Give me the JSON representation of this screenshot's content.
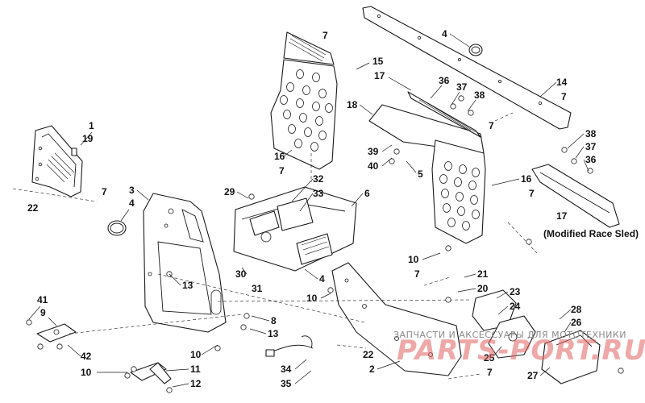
{
  "callouts": {
    "c1": "1",
    "c19": "19",
    "c22a": "22",
    "c7a": "7",
    "c3": "3",
    "c4a": "4",
    "c29": "29",
    "c32": "32",
    "c33": "33",
    "c6": "6",
    "c7b": "7",
    "c15": "15",
    "c17a": "17",
    "c16a": "16",
    "c7c": "7",
    "c4b": "4",
    "c14": "14",
    "c7d": "7",
    "c36a": "36",
    "c37a": "37",
    "c38a": "38",
    "c18": "18",
    "c7e": "7",
    "c39": "39",
    "c40": "40",
    "c5": "5",
    "c38b": "38",
    "c37b": "37",
    "c36b": "36",
    "c16b": "16",
    "c7f": "7",
    "c17b": "17",
    "c10a": "10",
    "c7g": "7",
    "c21": "21",
    "c20": "20",
    "c30": "30",
    "c31": "31",
    "c4c": "4",
    "c10b": "10",
    "c13a": "13",
    "c41": "41",
    "c9": "9",
    "c8": "8",
    "c13b": "13",
    "c42": "42",
    "c10c": "10",
    "c11": "11",
    "c12": "12",
    "c10d": "10",
    "c34": "34",
    "c35": "35",
    "c22b": "22",
    "c2": "2",
    "c23": "23",
    "c24": "24",
    "c25": "25",
    "c7h": "7",
    "c28": "28",
    "c26": "26",
    "c27": "27"
  },
  "notes": {
    "modified_race_sled": "(Modified Race Sled)"
  },
  "watermark": {
    "tagline": "ЗАПЧАСТИ И АКСЕССУАРЫ ДЛЯ МОТОТЕХНИКИ",
    "brand": "PARTS-PORT.RU"
  }
}
